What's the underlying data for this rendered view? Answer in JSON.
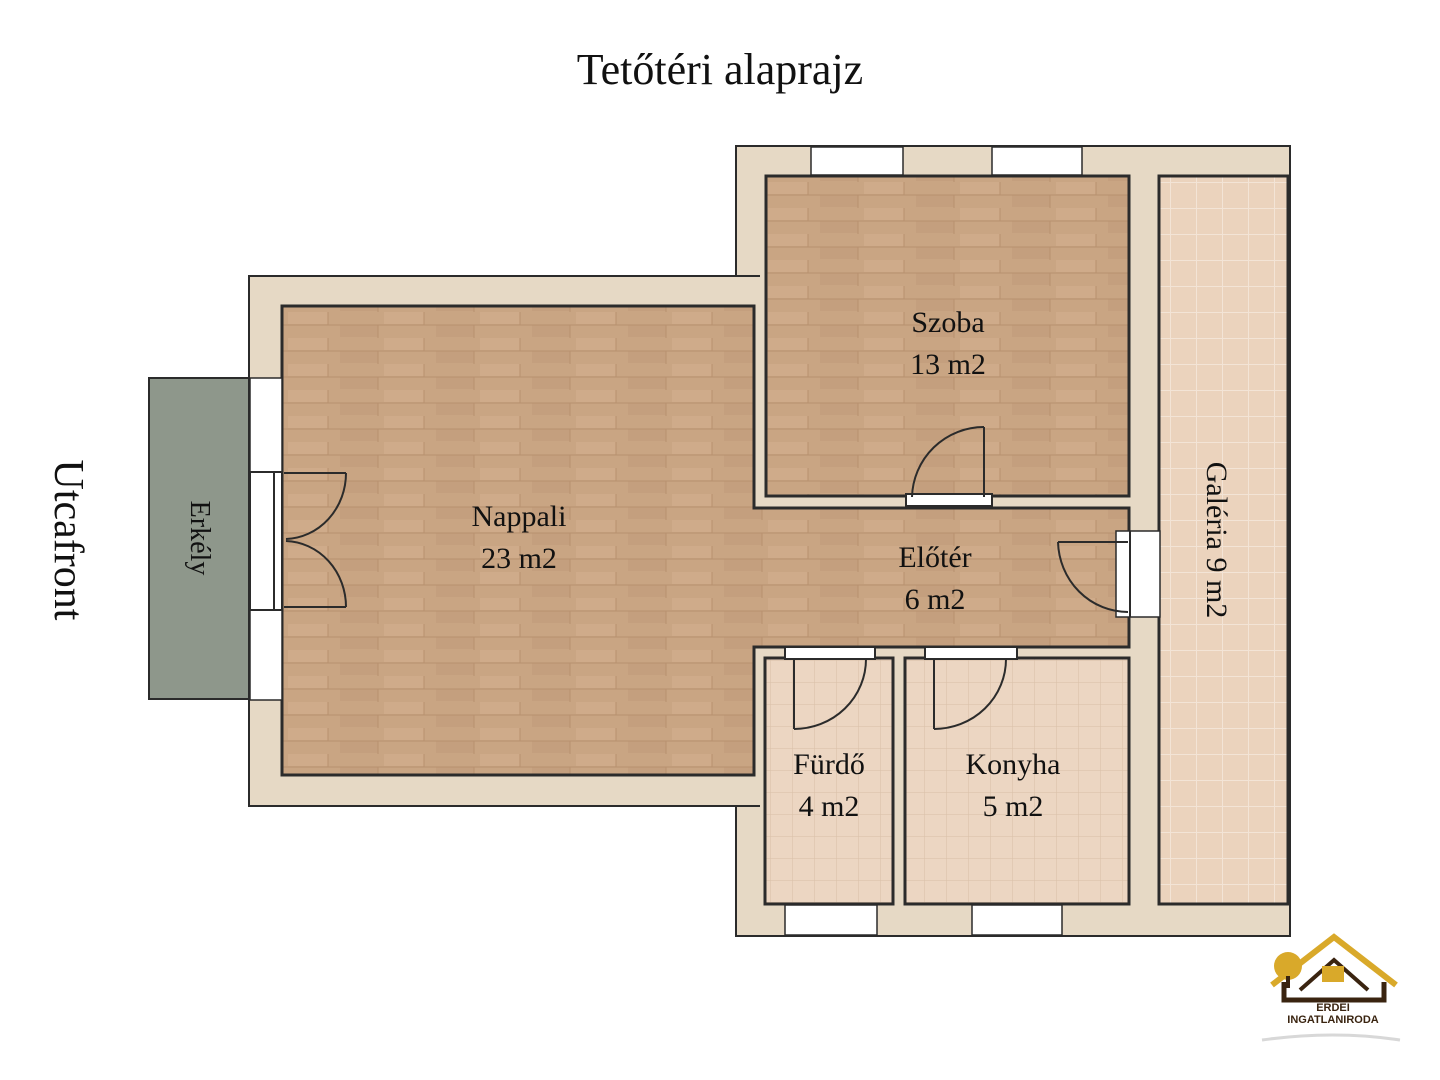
{
  "title": "Tetőtéri alaprajz",
  "street_label": "Utcafront",
  "rooms": [
    {
      "name": "Szoba",
      "area": "13 m2"
    },
    {
      "name": "Nappali",
      "area": "23 m2"
    },
    {
      "name": "Előtér",
      "area": "6 m2"
    },
    {
      "name": "Fürdő",
      "area": "4 m2"
    },
    {
      "name": "Konyha",
      "area": "5 m2"
    }
  ],
  "balcony_label": "Erkély",
  "gallery_label": "Galéria 9 m2",
  "logo": {
    "text": "ERDEI INGATLANIRODA",
    "icon": "house-logo-icon"
  },
  "colors": {
    "wall": "#e6d9c5",
    "wood": "#c9a583",
    "tile": "#ecd6c2",
    "balcony": "#8e978b",
    "outline": "#2b2b2b"
  }
}
